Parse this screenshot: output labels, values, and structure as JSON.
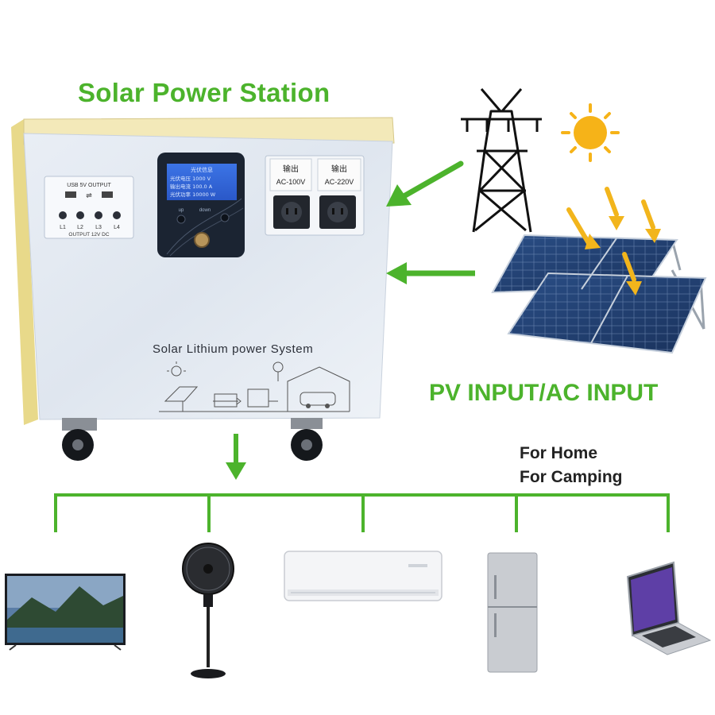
{
  "title": "Solar Power Station",
  "input_label": "PV INPUT/AC INPUT",
  "usage": {
    "home": "For Home",
    "camping": "For Camping"
  },
  "device": {
    "system_label": "Solar Lithium power System",
    "usb_label": "USB 5V OUTPUT",
    "dc_ports": [
      "L1",
      "L2",
      "L3",
      "L4"
    ],
    "dc_label": "OUTPUT 12V DC",
    "lcd_lines": [
      "光伏信息",
      "光伏电压 1000 V",
      "输出电流 100.0 A",
      "光伏功率 10000 W"
    ],
    "button_labels": [
      "up",
      "down"
    ],
    "outlets": [
      {
        "label": "输出",
        "voltage": "AC-100V"
      },
      {
        "label": "输出",
        "voltage": "AC-220V"
      }
    ]
  },
  "icons": [
    "pylon-icon",
    "sun-icon",
    "solar-panel-icon",
    "tv-icon",
    "fan-icon",
    "air-conditioner-icon",
    "fridge-icon",
    "laptop-icon"
  ],
  "colors": {
    "accent_green": "#4cb32c",
    "arrow_yellow": "#f2b51c",
    "panel_blue": "#23406f"
  }
}
